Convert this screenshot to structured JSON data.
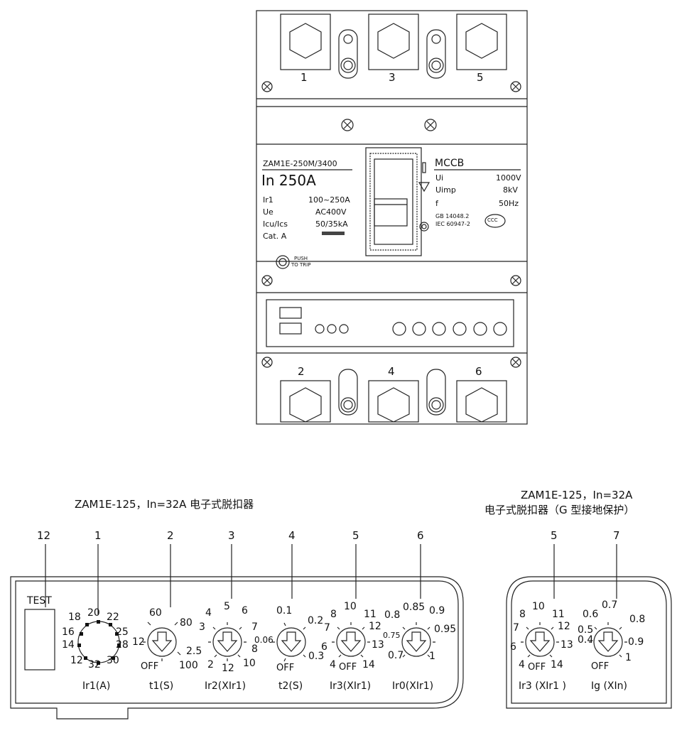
{
  "breaker": {
    "terminals_top": [
      "1",
      "3",
      "5"
    ],
    "terminals_bottom": [
      "2",
      "4",
      "6"
    ],
    "model": "ZAM1E-250M/3400",
    "rating": "In  250A",
    "specs_left": [
      {
        "k": "Ir1",
        "v": "100~250A"
      },
      {
        "k": "Ue",
        "v": "AC400V"
      },
      {
        "k": "Icu/Ics",
        "v": "50/35kA"
      },
      {
        "k": "Cat.  A",
        "v": ""
      }
    ],
    "mccb": "MCCB",
    "specs_right": [
      {
        "k": "Ui",
        "v": "1000V"
      },
      {
        "k": "Uimp",
        "v": "8kV"
      },
      {
        "k": "f",
        "v": "50Hz"
      }
    ],
    "standards": [
      "GB 14048.2",
      "IEC 60947-2"
    ],
    "ccc": "CCC",
    "push": [
      "PUSH",
      "TO TRIP"
    ]
  },
  "left_panel": {
    "title": "ZAM1E-125，In=32A   电子式脱扣器",
    "callouts": [
      "12",
      "1",
      "2",
      "3",
      "4",
      "5",
      "6"
    ],
    "test_label": "TEST",
    "dial_ir1_values": [
      "18",
      "20",
      "22",
      "16",
      "25",
      "14",
      "28",
      "12",
      "32",
      "30"
    ],
    "dial_t1_values": [
      "60",
      "80",
      "12",
      "2.5",
      "OFF",
      "100"
    ],
    "dial_ir2_values": [
      "4",
      "5",
      "6",
      "3",
      "7",
      "8",
      "2",
      "12",
      "10"
    ],
    "dial_t2_values": [
      "0.1",
      "0.2",
      "0.06",
      "0.3",
      "OFF"
    ],
    "dial_ir3_values": [
      "8",
      "10",
      "11",
      "7",
      "12",
      "6",
      "13",
      "4",
      "OFF",
      "14"
    ],
    "dial_ir0_values": [
      "0.8",
      "0.85",
      "0.9",
      "0.95",
      "0.75",
      "0.7",
      "1"
    ],
    "captions": [
      "Ir1(A)",
      "t1(S)",
      "Ir2(XIr1)",
      "t2(S)",
      "Ir3(XIr1)",
      "Ir0(XIr1)"
    ]
  },
  "right_panel": {
    "title_line1": "ZAM1E-125，In=32A",
    "title_line2": "电子式脱扣器（G 型接地保护）",
    "callouts": [
      "5",
      "7"
    ],
    "dial_ir3_values": [
      "8",
      "10",
      "11",
      "7",
      "12",
      "6",
      "13",
      "4",
      "OFF",
      "14"
    ],
    "dial_ig_values": [
      "0.6",
      "0.7",
      "0.8",
      "0.5",
      "0.4",
      "0.9",
      "OFF",
      "1"
    ],
    "captions": [
      "Ir3 (XIr1 )",
      "Ig (XIn)"
    ]
  }
}
